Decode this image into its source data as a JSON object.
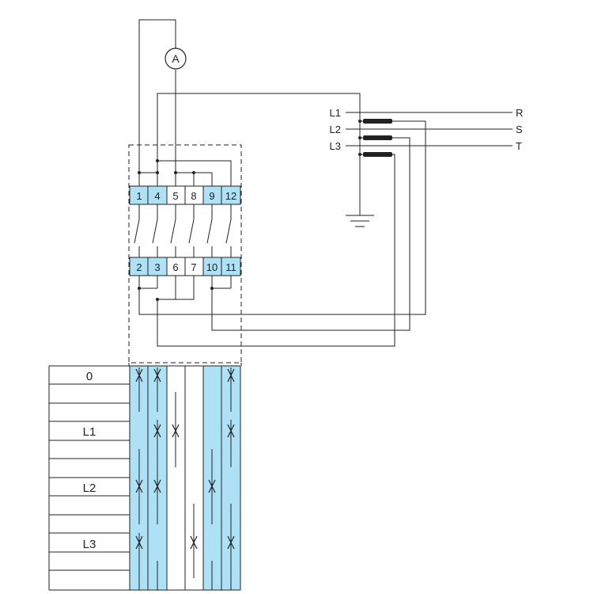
{
  "ammeter": {
    "symbol": "A"
  },
  "terminals_top": [
    "1",
    "4",
    "5",
    "8",
    "9",
    "12"
  ],
  "terminals_bottom": [
    "2",
    "3",
    "6",
    "7",
    "10",
    "11"
  ],
  "lines": {
    "left": [
      "L1",
      "L2",
      "L3"
    ],
    "right": [
      "R",
      "S",
      "T"
    ]
  },
  "positions": [
    "0",
    "L1",
    "L2",
    "L3"
  ],
  "colors": {
    "highlight": "#aee1f5",
    "line": "#222222"
  }
}
